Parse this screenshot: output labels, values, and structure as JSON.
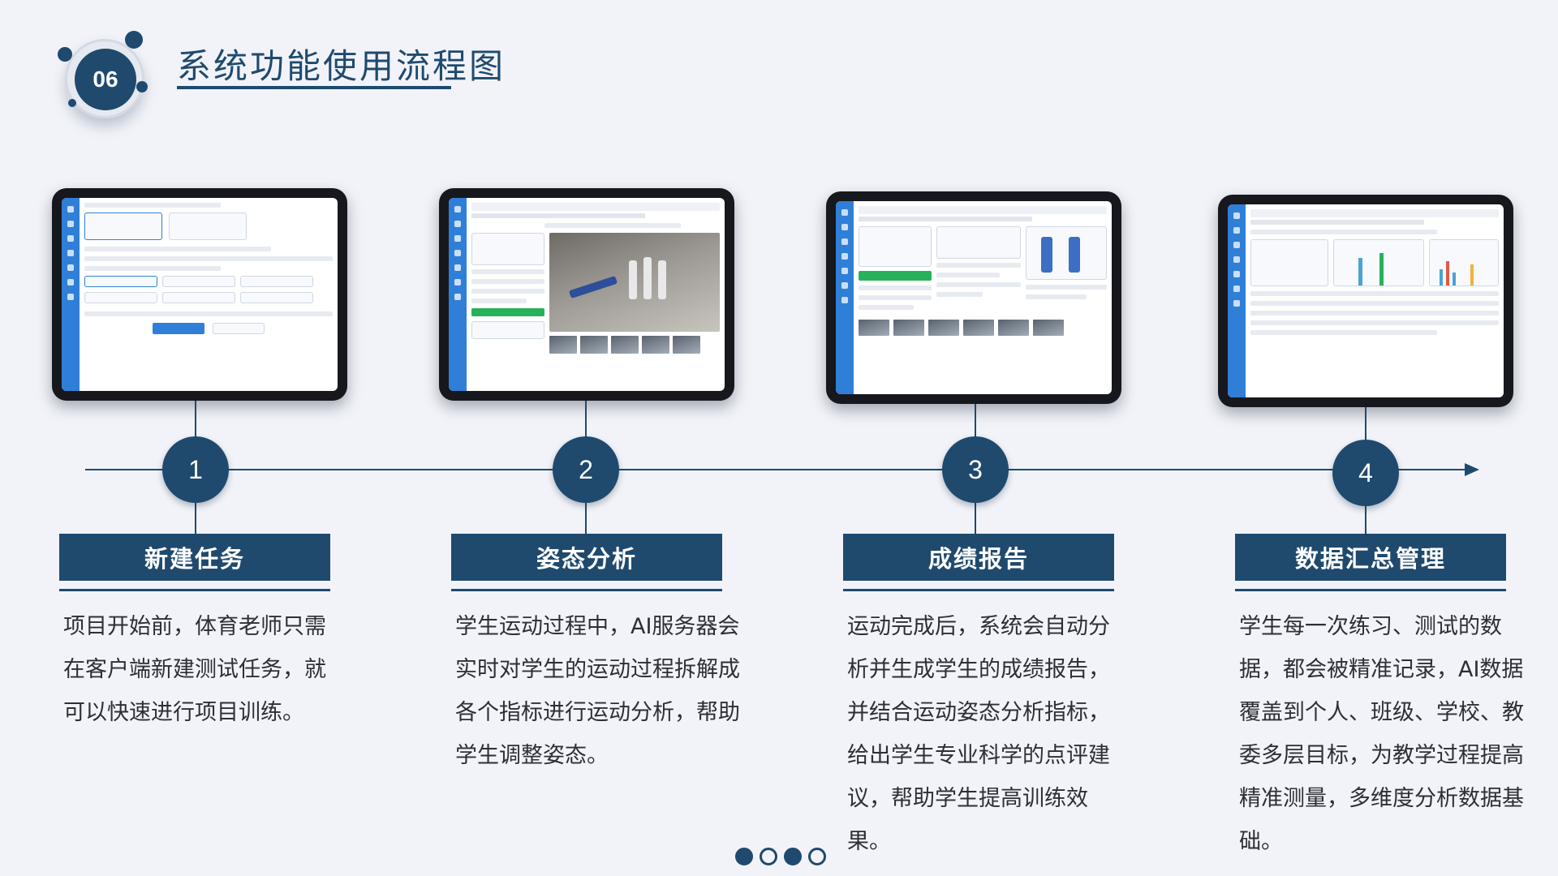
{
  "header": {
    "section_number": "06",
    "title": "系统功能使用流程图"
  },
  "colors": {
    "primary": "#1f4a6e",
    "background": "#f1f3f8",
    "app_accent": "#2f7fd8"
  },
  "steps": [
    {
      "number": "1",
      "title": "新建任务",
      "description": "项目开始前，体育老师只需在客户端新建测试任务，就可以快速进行项目训练。"
    },
    {
      "number": "2",
      "title": "姿态分析",
      "description": "学生运动过程中，AI服务器会实时对学生的运动过程拆解成各个指标进行运动分析，帮助学生调整姿态。"
    },
    {
      "number": "3",
      "title": "成绩报告",
      "description": "运动完成后，系统会自动分析并生成学生的成绩报告，并结合运动姿态分析指标，给出学生专业科学的点评建议，帮助学生提高训练效果。"
    },
    {
      "number": "4",
      "title": "数据汇总管理",
      "description": "学生每一次练习、测试的数据，都会被精准记录，AI数据覆盖到个人、班级、学校、教委多层目标，为教学过程提高精准测量，多维度分析数据基础。"
    }
  ],
  "pager": {
    "pages": 4,
    "active": [
      1,
      3
    ]
  }
}
